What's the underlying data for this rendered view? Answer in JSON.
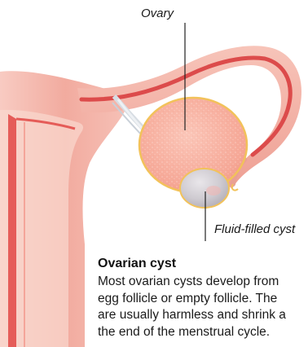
{
  "labels": {
    "ovary": "Ovary",
    "cyst": "Fluid-filled cyst"
  },
  "caption": {
    "title": "Ovarian cyst",
    "lines": [
      "Most ovarian cysts develop from",
      "egg follicle or empty follicle. The",
      "are usually harmless and shrink a",
      "the end of the menstrual cycle."
    ]
  },
  "colors": {
    "uterus_wall": "#f4b7ac",
    "uterus_inner": "#e75e59",
    "tube_outer": "#f2a99d",
    "tube_inner": "#de4f4f",
    "ovary_fill": "#f7b2a3",
    "ovary_rim": "#f2c25a",
    "cyst_fill": "#c9c6cc",
    "ligament": "#d7dde3",
    "pointer_line": "#222222"
  }
}
